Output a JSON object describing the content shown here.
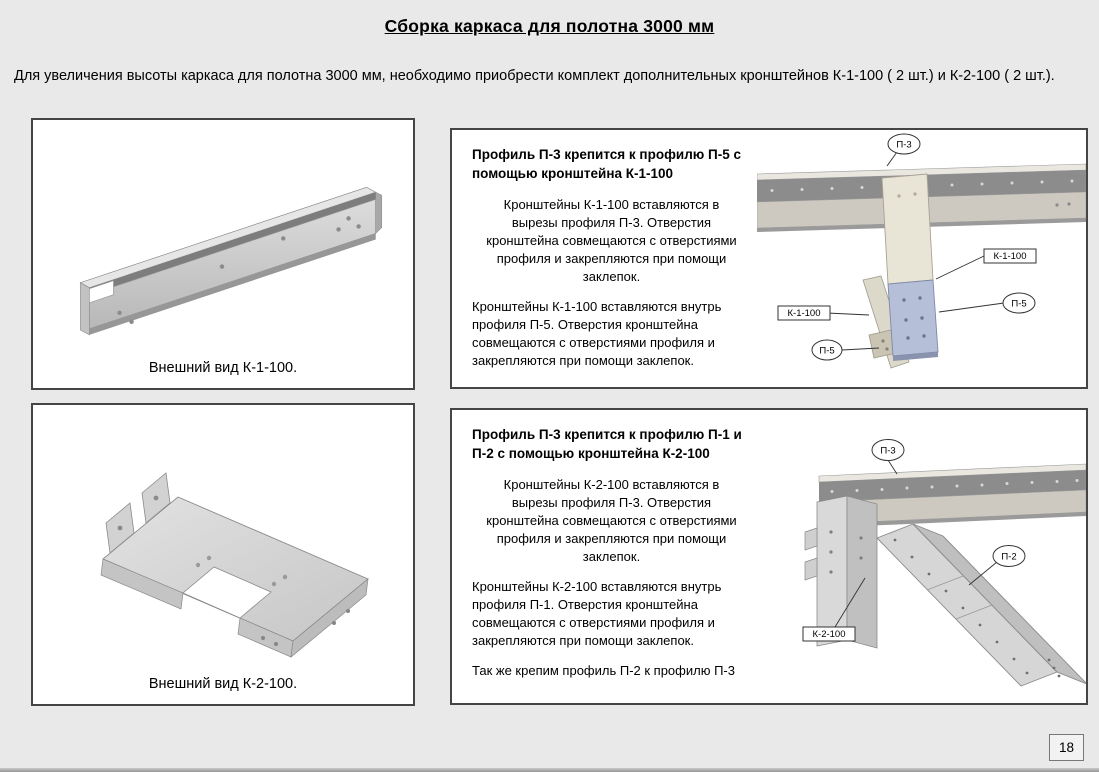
{
  "page": {
    "title": "Сборка каркаса для полотна 3000 мм",
    "intro": "Для увеличения высоты каркаса для полотна 3000 мм, необходимо приобрести комплект дополнительных кронштейнов К-1-100 ( 2 шт.) и К-2-100 ( 2 шт.).",
    "page_number": "18"
  },
  "k1_view_panel": {
    "caption": "Внешний вид К-1-100."
  },
  "k2_view_panel": {
    "caption": "Внешний вид К-2-100."
  },
  "k1_instr_panel": {
    "heading": "Профиль П-3 крепится к профилю П-5 с помощью кронштейна К-1-100",
    "para1": "Кронштейны К-1-100 вставляются в вырезы профиля П-3. Отверстия кронштейна совмещаются с отверстиями профиля и закрепляются при помощи заклепок.",
    "para2": "Кронштейны К-1-100 вставляются внутрь профиля П-5. Отверстия кронштейна совмещаются с отверстиями профиля и закрепляются при помощи заклепок.",
    "callout_p3": "П-3",
    "callout_k1_right": "К-1-100",
    "callout_k1_left": "К-1-100",
    "callout_p5_right": "П-5",
    "callout_p5_left": "П-5"
  },
  "k2_instr_panel": {
    "heading": "Профиль П-3 крепится к профилю П-1 и П-2 с помощью кронштейна К-2-100",
    "para1": "Кронштейны К-2-100 вставляются в вырезы профиля П-3. Отверстия кронштейна совмещаются с отверстиями профиля и закрепляются при помощи заклепок.",
    "para2": "Кронштейны К-2-100 вставляются внутрь профиля П-1. Отверстия кронштейна совмещаются с отверстиями профиля и закрепляются при помощи заклепок.",
    "para3": "Так же крепим профиль П-2 к профилю П-3",
    "callout_p3": "П-3",
    "callout_p2": "П-2",
    "callout_k2": "К-2-100"
  },
  "colors": {
    "background": "#e9e9e9",
    "panel_border": "#454545",
    "bracket_highlight_blue": "#b6bfd8",
    "metal_dark": "#8c8c8c",
    "metal_light": "#d6d6d6"
  }
}
